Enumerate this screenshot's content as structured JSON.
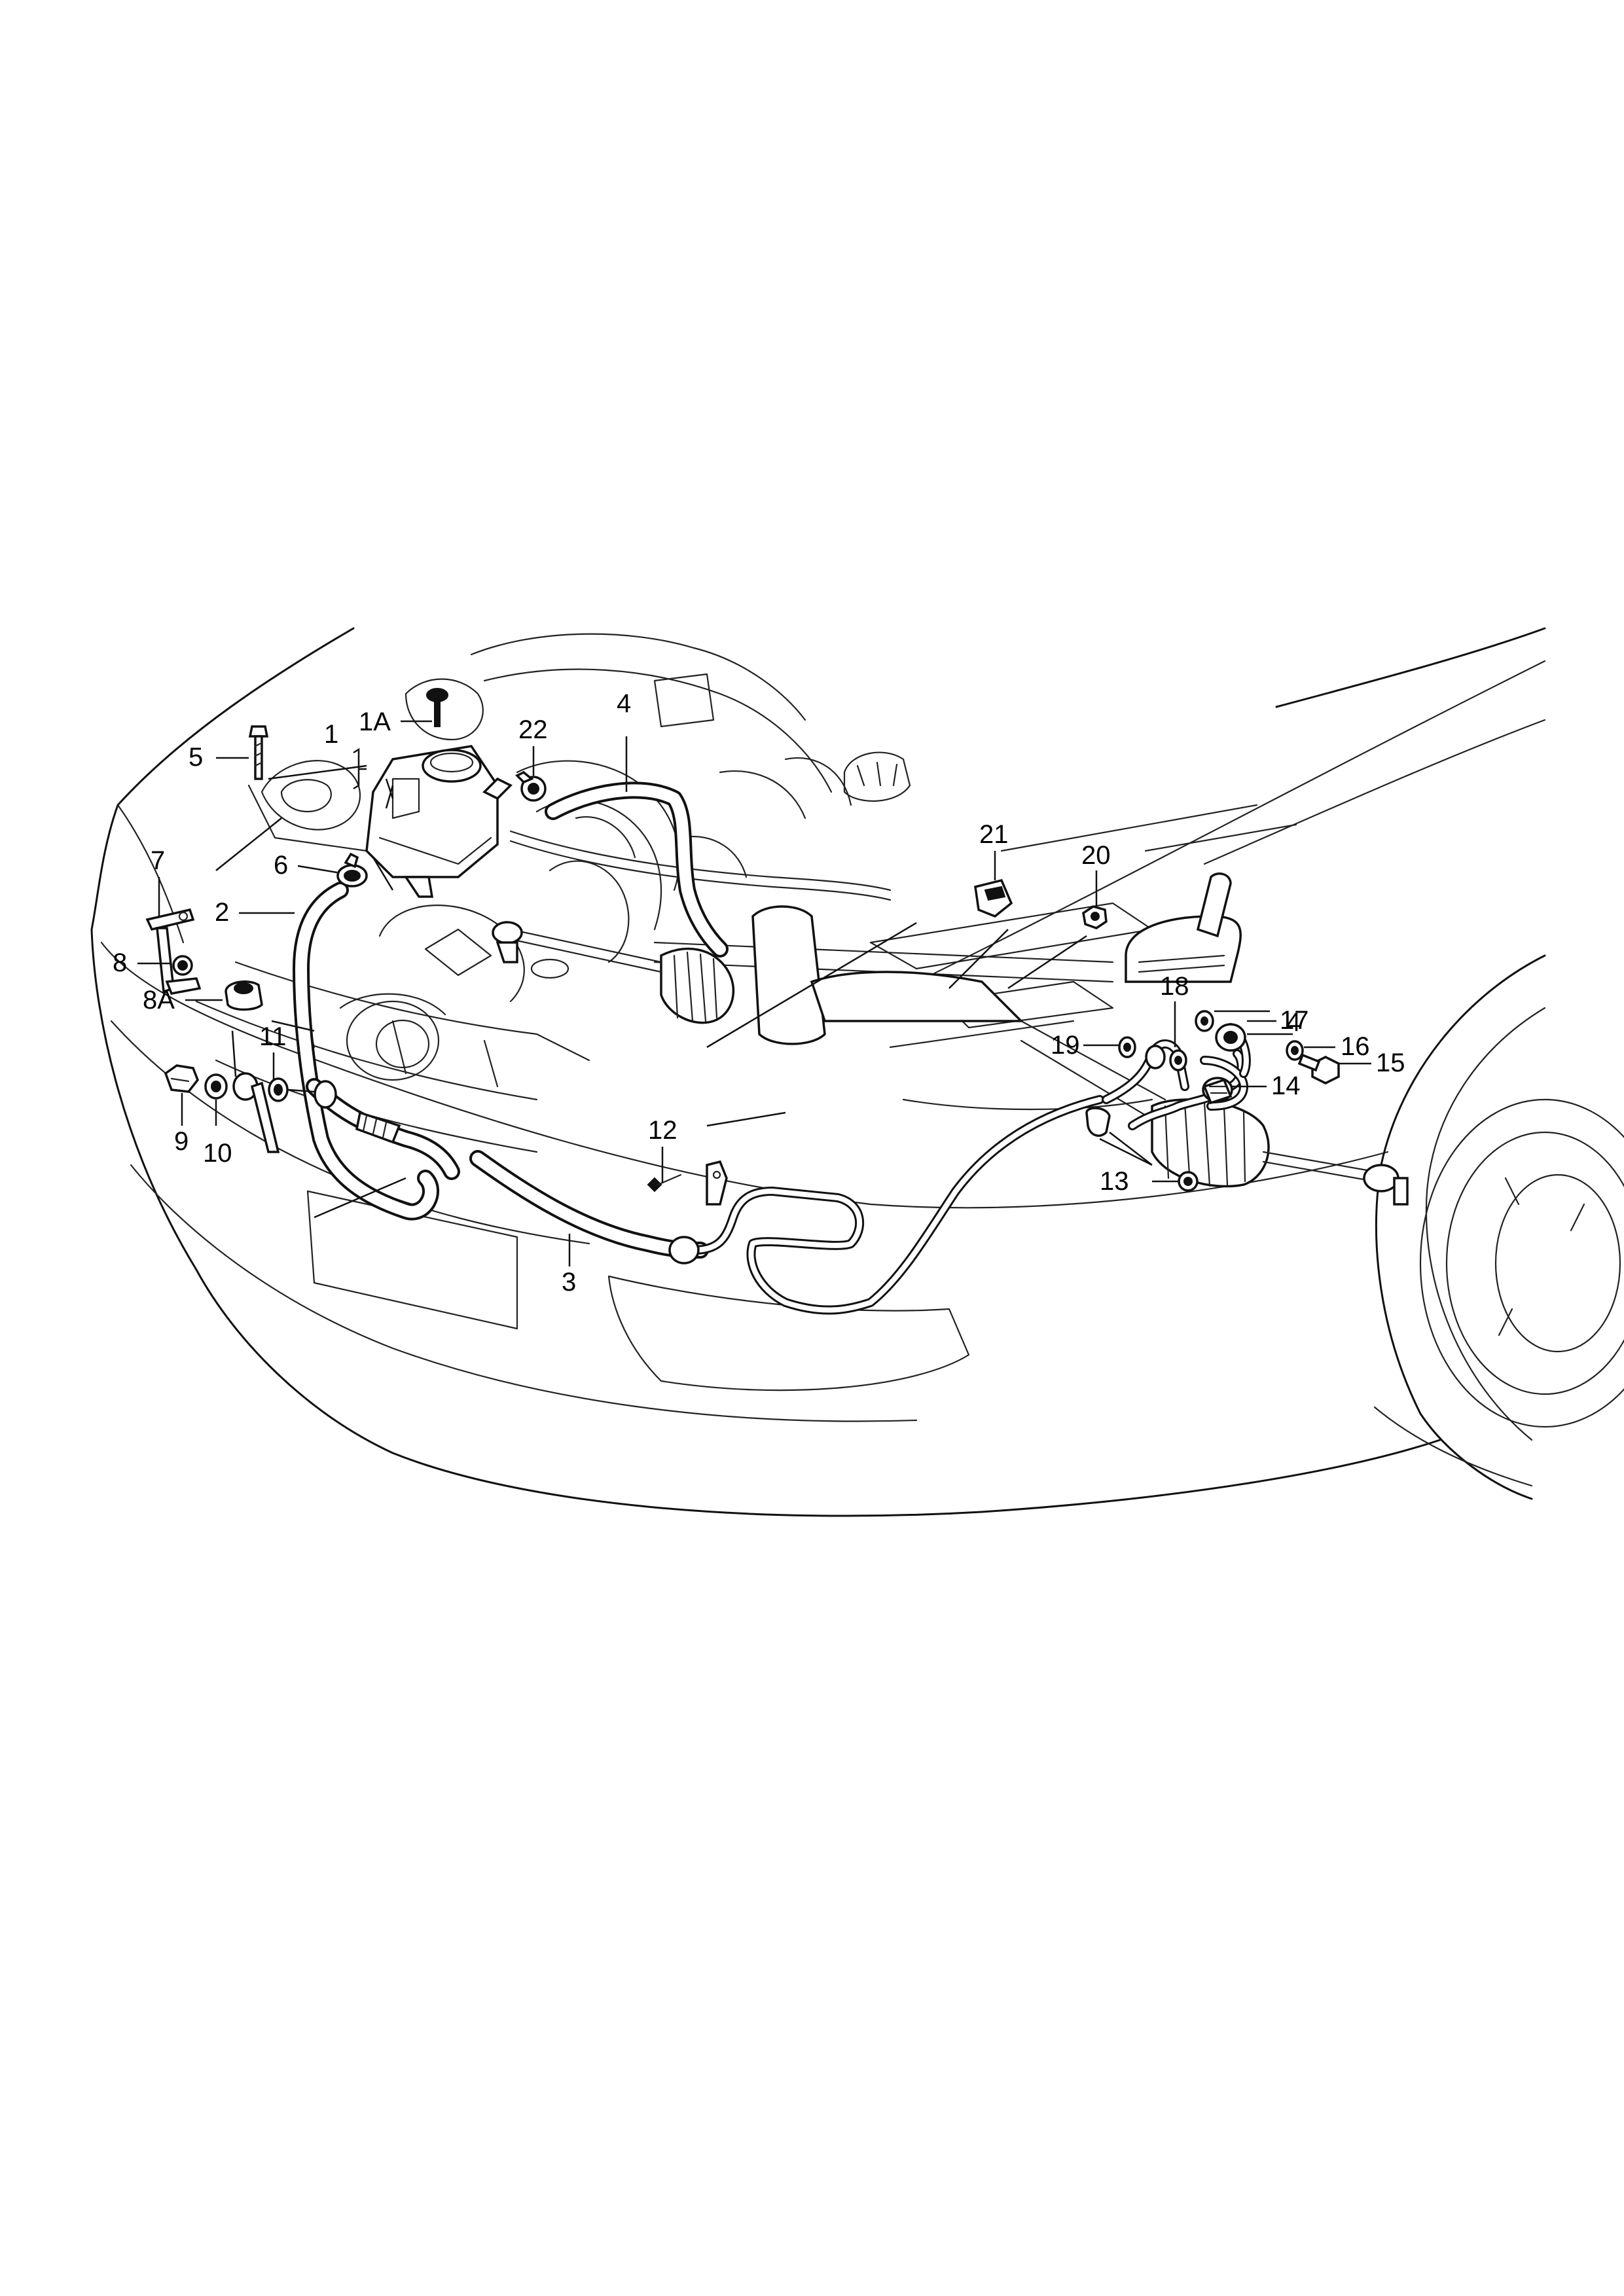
{
  "callouts": {
    "c1": "1",
    "c1A": "1A",
    "c2": "2",
    "c3": "3",
    "c4a": "4",
    "c4b": "4",
    "c5": "5",
    "c6": "6",
    "c7": "7",
    "c8": "8",
    "c8A": "8A",
    "c9": "9",
    "c10": "10",
    "c11": "11",
    "c12": "12",
    "c13": "13",
    "c14": "14",
    "c15": "15",
    "c16": "16",
    "c17": "17",
    "c18": "18",
    "c19": "19",
    "c20": "20",
    "c21": "21",
    "c22": "22"
  }
}
